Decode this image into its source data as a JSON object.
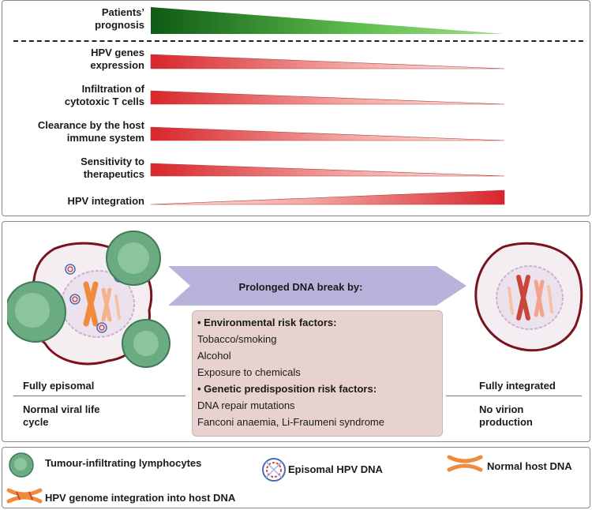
{
  "gradients": {
    "items": [
      {
        "label_1": "Patients’",
        "label_2": "prognosis",
        "direction": "decreasing",
        "color": "#2e9a2e"
      },
      {
        "label_1": "HPV genes",
        "label_2": "expression",
        "direction": "decreasing",
        "color": "#d8262c"
      },
      {
        "label_1": "Infiltration of",
        "label_2": "cytotoxic T cells",
        "direction": "decreasing",
        "color": "#d8262c"
      },
      {
        "label_1": "Clearance by the host",
        "label_2": "immune system",
        "direction": "decreasing",
        "color": "#d8262c"
      },
      {
        "label_1": "Sensitivity to",
        "label_2": "therapeutics",
        "direction": "decreasing",
        "color": "#d8262c"
      },
      {
        "label_1": "HPV integration",
        "label_2": "",
        "direction": "increasing",
        "color": "#d8262c"
      }
    ]
  },
  "middle": {
    "left_state": "Fully episomal",
    "left_desc_1": "Normal viral life",
    "left_desc_2": "cycle",
    "arrow_text": "Prolonged DNA break by:",
    "right_state": "Fully integrated",
    "right_desc_1": "No virion",
    "right_desc_2": "production",
    "risk": {
      "env_title": "• Environmental risk factors:",
      "env_items": [
        "Tobacco/smoking",
        "Alcohol",
        "Exposure to chemicals"
      ],
      "gen_title": "• Genetic predisposition risk factors:",
      "gen_items": [
        "DNA repair mutations",
        "Fanconi anaemia, Li-Fraumeni syndrome"
      ]
    }
  },
  "legend": {
    "lymphocytes": "Tumour-infiltrating lymphocytes",
    "episomal": "Episomal HPV DNA",
    "normal_dna": "Normal host DNA",
    "integration": "HPV genome integration into host DNA"
  },
  "colors": {
    "green": "#2e9a2e",
    "red": "#d8262c",
    "arrow": "#b7b3db",
    "risk_box": "#e8d2d0",
    "chromosome": "#f08a3c"
  }
}
